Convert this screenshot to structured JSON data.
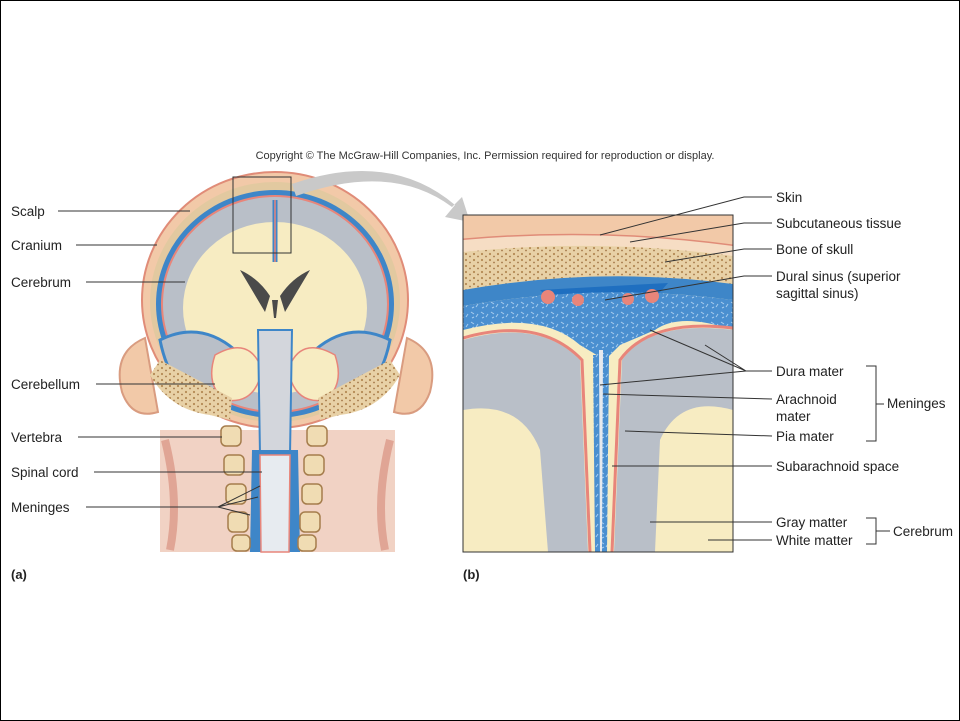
{
  "copyright": "Copyright © The McGraw-Hill Companies, Inc. Permission required for reproduction or display.",
  "panel_a": {
    "tag": "(a)",
    "labels": [
      "Scalp",
      "Cranium",
      "Cerebrum",
      "Cerebellum",
      "Vertebra",
      "Spinal cord",
      "Meninges"
    ]
  },
  "panel_b": {
    "tag": "(b)",
    "labels": {
      "skin": "Skin",
      "subcutaneous": "Subcutaneous tissue",
      "bone": "Bone of skull",
      "dural_sinus_1": "Dural sinus (superior",
      "dural_sinus_2": "sagittal sinus)",
      "dura": "Dura mater",
      "arachnoid_1": "Arachnoid",
      "arachnoid_2": "mater",
      "pia": "Pia mater",
      "subarachnoid": "Subarachnoid space",
      "gray": "Gray matter",
      "white": "White matter"
    },
    "groups": {
      "meninges": "Meninges",
      "cerebrum": "Cerebrum"
    }
  },
  "colors": {
    "skin": "#f2c9a8",
    "bone": "#e2c9a0",
    "dura_blue": "#3e86c8",
    "pia_pink": "#e8857a",
    "gray_matter": "#b9bfc8",
    "white_matter": "#f7ecc2"
  }
}
